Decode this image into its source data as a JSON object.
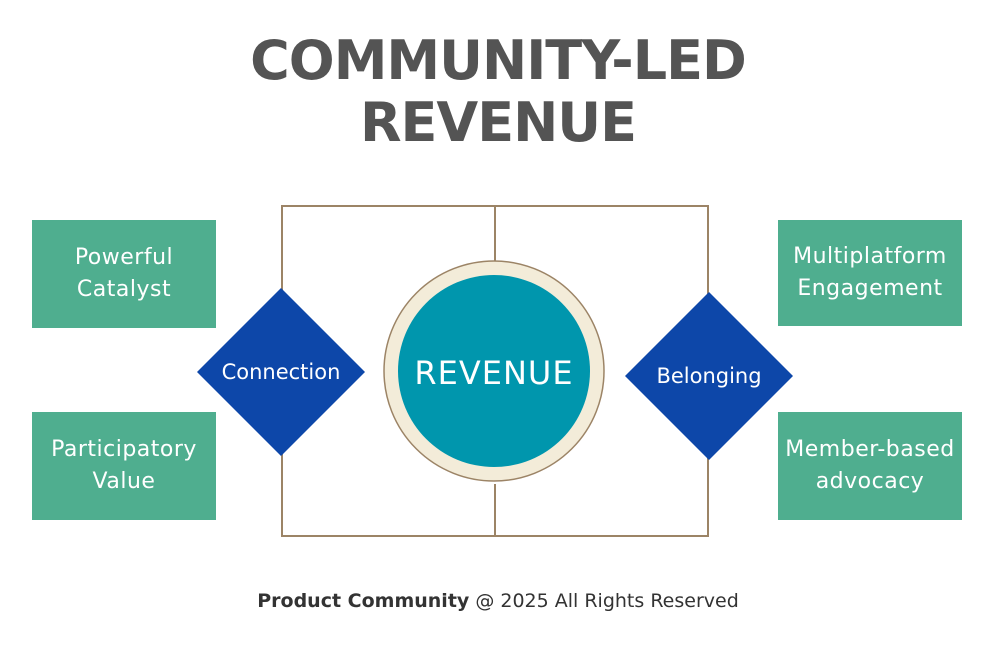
{
  "title": {
    "line1": "COMMUNITY-LED",
    "line2": "REVENUE"
  },
  "center": {
    "label": "REVENUE"
  },
  "diamonds": {
    "left": "Connection",
    "right": "Belonging"
  },
  "boxes": {
    "top_left": "Powerful\nCatalyst",
    "bottom_left": "Participatory\nValue",
    "top_right": "Multiplatform\nEngagement",
    "bottom_right": "Member-based\nadvocacy"
  },
  "footer": {
    "brand": "Product Community",
    "rest": " @ 2025 All Rights Reserved"
  },
  "colors": {
    "title": "#545454",
    "box": "#4fae8f",
    "diamond": "#0d47a9",
    "circle": "#0096ad",
    "circle_ring": "#f3ecd9",
    "frame_line": "#9c8466"
  }
}
